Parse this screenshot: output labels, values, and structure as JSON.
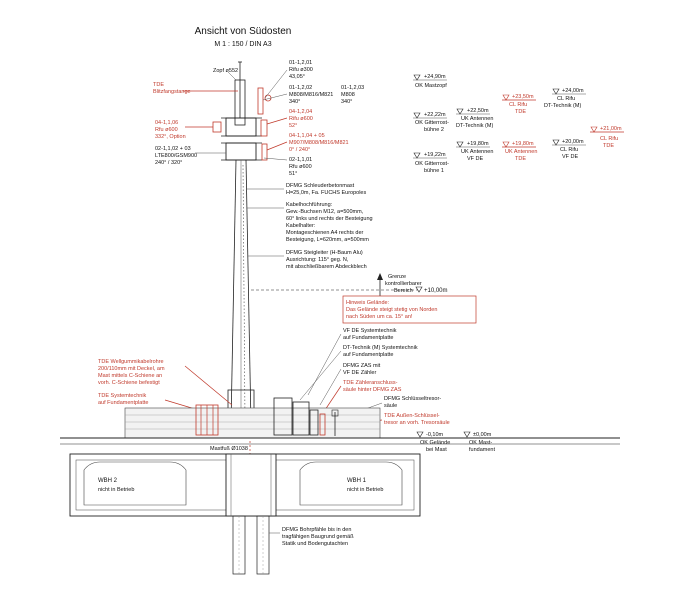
{
  "header": {
    "title": "Ansicht von Südosten",
    "scale": "M 1 : 150 / DIN A3"
  },
  "colors": {
    "red": "#c0392b",
    "line": "#222222"
  },
  "mast_left": {
    "tde_biblio_1": "TDE",
    "tde_biblio_2": "Blitzfangstange",
    "zopf": "Zopf ø552",
    "a1": "04-1,1,06",
    "a2": "Rfu ø600",
    "a3": "332°, Option",
    "b1": "02-1,1,02 + 03",
    "b2": "LTE800/GSM900",
    "b3": "240° / 320°"
  },
  "mast_right": {
    "r1_1": "01-1,2,01",
    "r1_2": "Rifu ø300",
    "r1_3": "43,05°",
    "r2_1": "01-1,2,02",
    "r2_2": "M808/M816/M821",
    "r2_3": "340°",
    "r3_1": "01-1,2,03",
    "r3_2": "M808",
    "r3_3": "340°",
    "r4_1": "04-1,2,04",
    "r4_2": "Rifu ø600",
    "r4_3": "52°",
    "r5_1": "04-1,1,04 + 05",
    "r5_2": "M907/M808/M816/M821",
    "r5_3": "0° / 240°",
    "r6_1": "02-1,1,01",
    "r6_2": "Rfu ø600",
    "r6_3": "51°"
  },
  "desc": {
    "d1_1": "DFMG Schleuderbetonmast",
    "d1_2": "H=25,0m, Fa. FUCHS Europoles",
    "d2_1": "Kabelhochführung:",
    "d2_2": "Gew.-Buchsen M12, a=500mm,",
    "d2_3": "60° links und rechts der Besteigung",
    "d2_4": "Kabelhalter:",
    "d2_5": "Montageschienen A4 rechts der",
    "d2_6": "Besteigung, L=620mm, a=500mm",
    "d3_1": "DFMG Steigleiter (H-Baum Alu)",
    "d3_2": "Ausrichtung: 115° geg. N,",
    "d3_3": "mit abschließbarem Abdeckblech",
    "grenze_1": "Grenze",
    "grenze_2": "kontrollierbarer",
    "grenze_3": "Bereich"
  },
  "levels": {
    "l1": "+24,90m",
    "l1b": "OK Mastzopf",
    "l2": "+23,50m",
    "l2b": "CL Rifu",
    "l2c": "TDE",
    "l3": "+24,00m",
    "l3b": "CL Rifu",
    "l3c": "DT-Technik (M)",
    "l4": "+22,50m",
    "l4b": "UK Antennen",
    "l4c": "DT-Technik (M)",
    "l5": "+22,22m",
    "l5b": "OK Gitterrost-",
    "l5c": "bühne 2",
    "l6": "+21,00m",
    "l6b": "CL Rifu",
    "l6c": "TDE",
    "l7": "+19,80m",
    "l7b": "UK Antennen",
    "l7c": "VF DE",
    "l8": "+19,80m",
    "l8b": "UK Antennen",
    "l8c": "TDE",
    "l9": "+20,00m",
    "l9b": "CL Rifu",
    "l9c": "VF DE",
    "l10": "+19,22m",
    "l10b": "OK Gitterrost-",
    "l10c": "bühne 1",
    "l11": "+10,00m"
  },
  "hinweis": {
    "h1": "Hinweis Gelände:",
    "h2": "Das Gelände steigt stetig von Norden",
    "h3": "nach Süden um ca. 15° an!"
  },
  "equipment": {
    "e1_1": "VF DE Systemtechnik",
    "e1_2": "auf Fundamentplatte",
    "e2_1": "DT-Technik (M) Systemtechnik",
    "e2_2": "auf Fundamentplatte",
    "e3_1": "DFMG ZAS mit",
    "e3_2": "VF DE Zähler",
    "e4_1": "TDE Zähleranschluss-",
    "e4_2": "säule hinter DFMG ZAS",
    "e5_1": "DFMG Schlüsseltresor-",
    "e5_2": "säule",
    "e6_1": "TDE Außen-Schlüssel-",
    "e6_2": "tresor an vorh. Tresorsäule"
  },
  "left_notes": {
    "n1_1": "TDE Wellgummikabelrohre",
    "n1_2": "200/110mm mit Deckel, am",
    "n1_3": "Mast mittels C-Schiene an",
    "n1_4": "vorh. C-Schiene befestigt",
    "n2_1": "TDE Systemtechnik",
    "n2_2": "auf Fundamentplatte"
  },
  "ground": {
    "g1": "-0,10m",
    "g1b": "OK Gelände",
    "g1c": "bei Mast",
    "g2": "±0,00m",
    "g2b": "OK Mast-",
    "g2c": "fundament",
    "mastfuss": "Mastfuß Ø1038",
    "wbh2_1": "WBH 2",
    "wbh2_2": "nicht in Betrieb",
    "wbh1_1": "WBH 1",
    "wbh1_2": "nicht in Betrieb",
    "pf_1": "DFMG Bohrpfähle bis in den",
    "pf_2": "tragfähigen Baugrund gemäß",
    "pf_3": "Statik und Bodengutachten"
  }
}
